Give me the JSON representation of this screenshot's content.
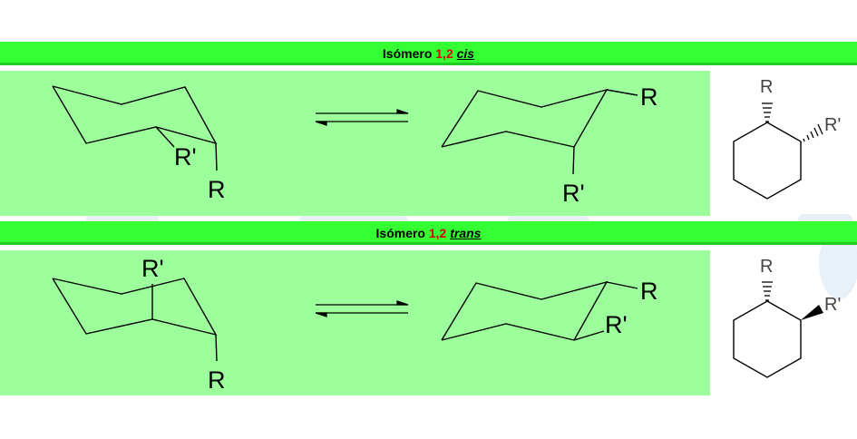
{
  "cis": {
    "title_prefix": "Isómero ",
    "title_number": "1,2",
    "title_type": "cis",
    "chair_left": {
      "substituent_r": "R",
      "substituent_r2": "R'"
    },
    "chair_right": {
      "substituent_r": "R",
      "substituent_r2": "R'"
    },
    "skeletal": {
      "substituent_r": "R",
      "substituent_r2": "R'"
    }
  },
  "trans": {
    "title_prefix": "Isómero ",
    "title_number": "1,2",
    "title_type": "trans",
    "chair_left": {
      "substituent_r": "R",
      "substituent_r2": "R'"
    },
    "chair_right": {
      "substituent_r": "R",
      "substituent_r2": "R'"
    },
    "skeletal": {
      "substituent_r": "R",
      "substituent_r2": "R'"
    }
  },
  "colors": {
    "header_bar": "#33ff33",
    "panel_bg": "#9cff9c",
    "number_red": "#e00000"
  }
}
